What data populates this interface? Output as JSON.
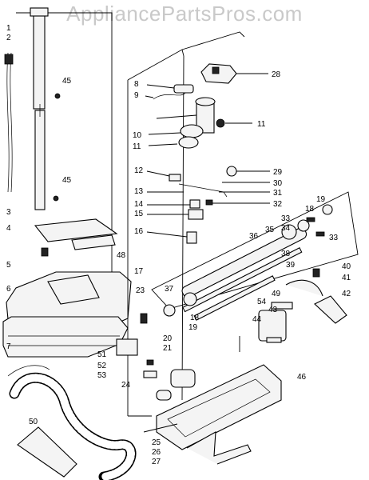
{
  "watermark": "AppliancePartsPros.com",
  "callouts": [
    {
      "id": "c1",
      "text": "1"
    },
    {
      "id": "c2",
      "text": "2"
    },
    {
      "id": "c3",
      "text": "3"
    },
    {
      "id": "c4",
      "text": "4"
    },
    {
      "id": "c5",
      "text": "5"
    },
    {
      "id": "c6",
      "text": "6"
    },
    {
      "id": "c7",
      "text": "7"
    },
    {
      "id": "c8",
      "text": "8"
    },
    {
      "id": "c9",
      "text": "9"
    },
    {
      "id": "c10",
      "text": "10"
    },
    {
      "id": "c11a",
      "text": "11"
    },
    {
      "id": "c11b",
      "text": "11"
    },
    {
      "id": "c12",
      "text": "12"
    },
    {
      "id": "c13",
      "text": "13"
    },
    {
      "id": "c14",
      "text": "14"
    },
    {
      "id": "c15",
      "text": "15"
    },
    {
      "id": "c16",
      "text": "16"
    },
    {
      "id": "c17",
      "text": "17"
    },
    {
      "id": "c18a",
      "text": "18"
    },
    {
      "id": "c18b",
      "text": "18"
    },
    {
      "id": "c19a",
      "text": "19"
    },
    {
      "id": "c19b",
      "text": "19"
    },
    {
      "id": "c20",
      "text": "20"
    },
    {
      "id": "c21",
      "text": "21"
    },
    {
      "id": "c23",
      "text": "23"
    },
    {
      "id": "c24",
      "text": "24"
    },
    {
      "id": "c25",
      "text": "25"
    },
    {
      "id": "c26",
      "text": "26"
    },
    {
      "id": "c27",
      "text": "27"
    },
    {
      "id": "c28",
      "text": "28"
    },
    {
      "id": "c29",
      "text": "29"
    },
    {
      "id": "c30",
      "text": "30"
    },
    {
      "id": "c31",
      "text": "31"
    },
    {
      "id": "c32",
      "text": "32"
    },
    {
      "id": "c33a",
      "text": "33"
    },
    {
      "id": "c33b",
      "text": "33"
    },
    {
      "id": "c34",
      "text": "34"
    },
    {
      "id": "c35",
      "text": "35"
    },
    {
      "id": "c36",
      "text": "36"
    },
    {
      "id": "c37",
      "text": "37"
    },
    {
      "id": "c38",
      "text": "38"
    },
    {
      "id": "c39",
      "text": "39"
    },
    {
      "id": "c40",
      "text": "40"
    },
    {
      "id": "c41",
      "text": "41"
    },
    {
      "id": "c42",
      "text": "42"
    },
    {
      "id": "c43",
      "text": "43"
    },
    {
      "id": "c44",
      "text": "44"
    },
    {
      "id": "c45a",
      "text": "45"
    },
    {
      "id": "c45b",
      "text": "45"
    },
    {
      "id": "c46",
      "text": "46"
    },
    {
      "id": "c48",
      "text": "48"
    },
    {
      "id": "c49",
      "text": "49"
    },
    {
      "id": "c50",
      "text": "50"
    },
    {
      "id": "c51",
      "text": "51"
    },
    {
      "id": "c52",
      "text": "52"
    },
    {
      "id": "c53",
      "text": "53"
    },
    {
      "id": "c54",
      "text": "54"
    }
  ]
}
